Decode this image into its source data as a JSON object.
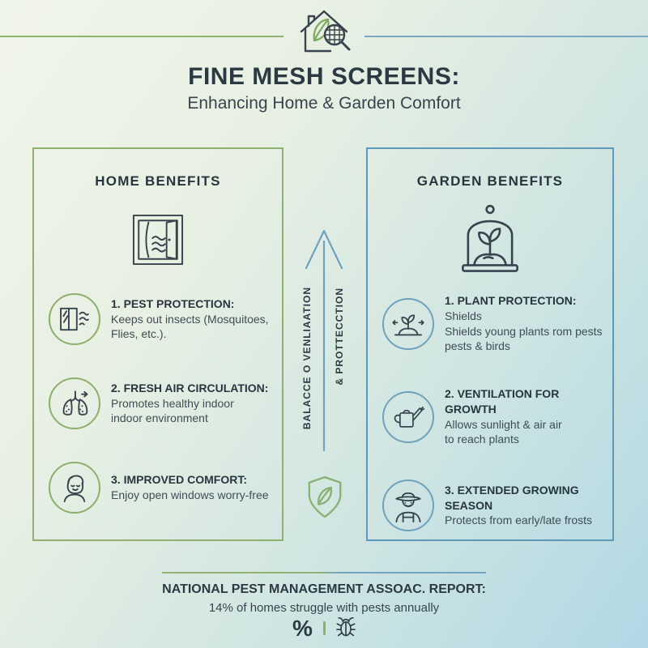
{
  "header": {
    "title": "FINE MESH SCREENS:",
    "subtitle": "Enhancing Home & Garden Comfort",
    "top_icon": "house-leaf-magnifier-icon"
  },
  "home_panel": {
    "title": "HOME BENEFITS",
    "hero_icon": "open-window-icon",
    "items": [
      {
        "icon": "screened-window-icon",
        "heading": "1. PEST PROTECTION:",
        "heading_suffix": "",
        "body": "Keeps out insects (Mosquitoes,\nFlies, etc.)."
      },
      {
        "icon": "lungs-icon",
        "heading": "2. FRESH AIR CIRCULATION:",
        "heading_suffix": "",
        "body": "Promotes healthy indoor\nindoor environment"
      },
      {
        "icon": "relaxed-person-icon",
        "heading": "3. IMPROVED COMFORT:",
        "heading_suffix": "",
        "body": "Enjoy open windows worry-free"
      }
    ]
  },
  "garden_panel": {
    "title": "GARDEN BENEFITS",
    "hero_icon": "cloche-plant-icon",
    "items": [
      {
        "icon": "seedling-arrows-icon",
        "heading": "1. PLANT PROTECTION:",
        "heading_suffix": " Shields",
        "body": "Shields young plants rom pests\npests & birds"
      },
      {
        "icon": "watering-can-icon",
        "heading": "2. VENTILATION FOR GROWTH",
        "heading_suffix": "",
        "body": "Allows sunlight & air air\nto reach plants"
      },
      {
        "icon": "gardener-icon",
        "heading": "3. EXTENDED GROWING SEASON",
        "heading_suffix": "",
        "body": "Protects from early/late frosts"
      }
    ]
  },
  "center_arrow": {
    "label_left": "BALACCE O VENLIAATION",
    "label_right": "& PROTTECCTION",
    "icon_below": "shield-leaf-icon"
  },
  "footer": {
    "heading": "NATIONAL PEST MANAGEMENT ASSOAC. REPORT:",
    "stat": "14% of homes struggle with pests annually",
    "percent_symbol": "%",
    "bug_icon": "bug-icon"
  },
  "colors": {
    "ink": "#2b3a42",
    "body_text": "#3e4d55",
    "accent_green": "#8fb071",
    "accent_blue": "#5e9ab6",
    "bg_top_left": "#f1f5e9",
    "bg_bottom_right": "#b1d8e4"
  }
}
